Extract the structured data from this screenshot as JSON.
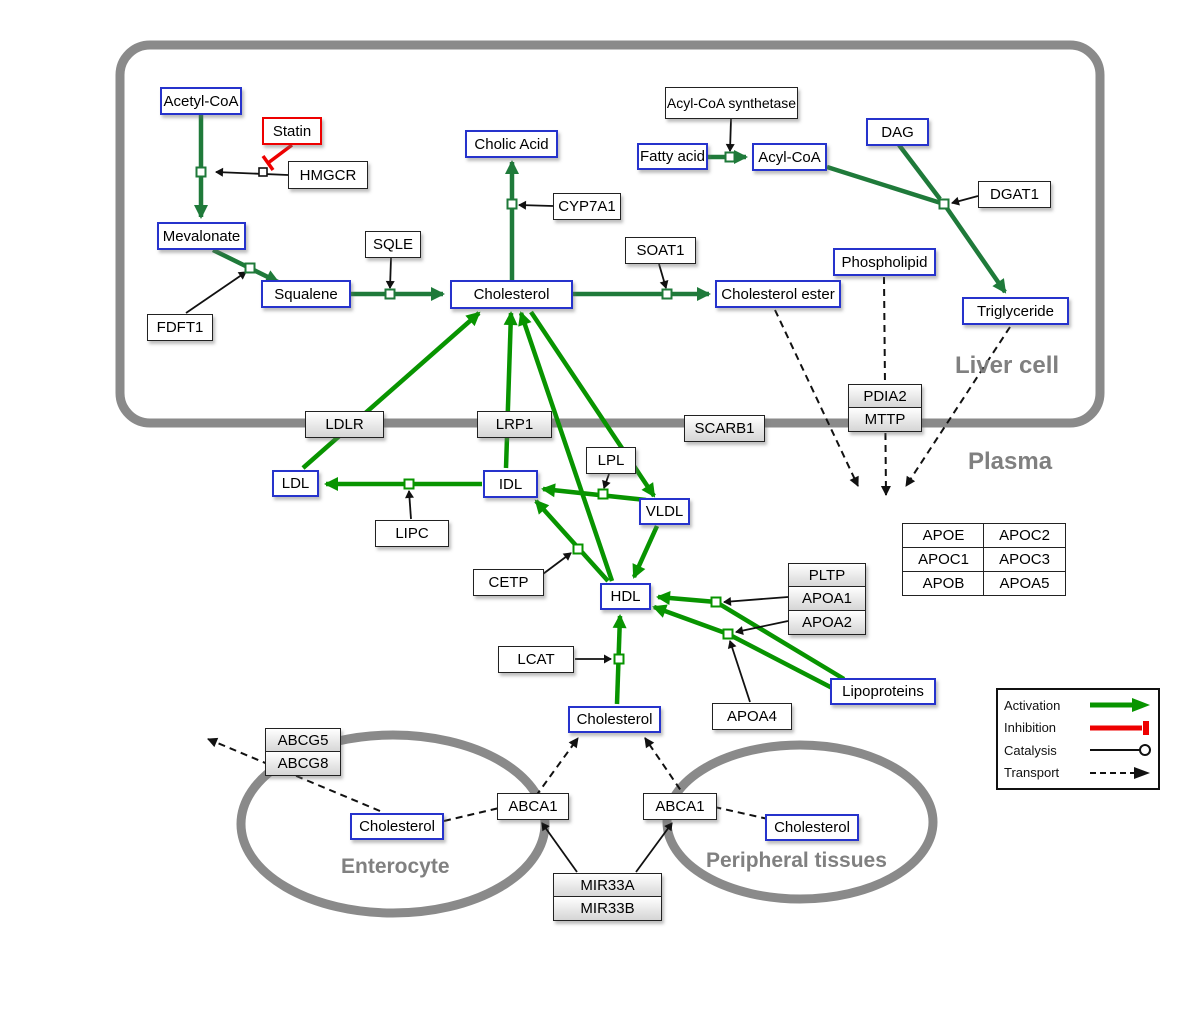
{
  "compartments": {
    "liver": "Liver cell",
    "plasma": "Plasma",
    "enterocyte": "Enterocyte",
    "peripheral": "Peripheral tissues"
  },
  "nodes": {
    "acetyl_coa": "Acetyl-CoA",
    "statin": "Statin",
    "hmgcr": "HMGCR",
    "mevalonate": "Mevalonate",
    "fdft1": "FDFT1",
    "squalene": "Squalene",
    "sqle": "SQLE",
    "cholic_acid": "Cholic Acid",
    "cyp7a1": "CYP7A1",
    "cholesterol_liver": "Cholesterol",
    "soat1": "SOAT1",
    "cholesterol_ester": "Cholesterol ester",
    "acyl_coa_synthetase": "Acyl-CoA synthetase",
    "fatty_acid": "Fatty acid",
    "acyl_coa": "Acyl-CoA",
    "dag": "DAG",
    "dgat1": "DGAT1",
    "phospholipid": "Phospholipid",
    "triglyceride": "Triglyceride",
    "pdia2": "PDIA2",
    "mttp": "MTTP",
    "ldlr": "LDLR",
    "lrp1": "LRP1",
    "scarb1": "SCARB1",
    "ldl": "LDL",
    "idl": "IDL",
    "lipc": "LIPC",
    "lpl": "LPL",
    "vldl": "VLDL",
    "cetp": "CETP",
    "hdl": "HDL",
    "lcat": "LCAT",
    "pltp": "PLTP",
    "apoa1": "APOA1",
    "apoa2": "APOA2",
    "apoa4": "APOA4",
    "lipoproteins": "Lipoproteins",
    "cholesterol_plasma": "Cholesterol",
    "abcg5": "ABCG5",
    "abcg8": "ABCG8",
    "cholesterol_enterocyte": "Cholesterol",
    "abca1_left": "ABCA1",
    "abca1_right": "ABCA1",
    "cholesterol_peripheral": "Cholesterol",
    "mir33a": "MIR33A",
    "mir33b": "MIR33B"
  },
  "apo_table": [
    [
      "APOE",
      "APOC2"
    ],
    [
      "APOC1",
      "APOC3"
    ],
    [
      "APOB",
      "APOA5"
    ]
  ],
  "legend": {
    "activation": "Activation",
    "inhibition": "Inhibition",
    "catalysis": "Catalysis",
    "transport": "Transport"
  },
  "colors": {
    "activation_green": "#089400",
    "liver_green": "#1f7a3a",
    "inhibition_red": "#ee0000",
    "metabolite_border": "#2633cc",
    "compartment_gray": "#8a8a8a",
    "label_gray": "#808080"
  }
}
